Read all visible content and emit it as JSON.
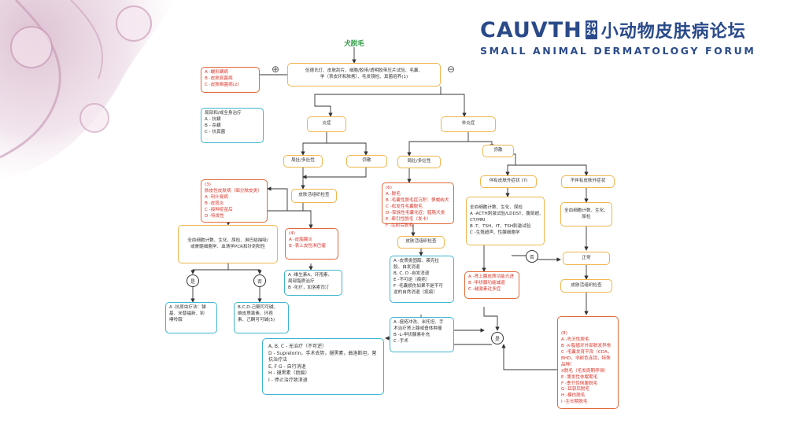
{
  "header": {
    "brand": "CAUVTH",
    "year_top": "20",
    "year_bottom": "24",
    "title_cn": "小动物皮肤病论坛",
    "title_en": "SMALL ANIMAL DERMATOLOGY FORUM"
  },
  "colors": {
    "brand": "#2a4a8a",
    "green_title": "#2f9b45",
    "orange_box": "#f0b54d",
    "blue_box": "#3cb4d0",
    "red_box": "#e06a3a",
    "red_text": "#d9362b"
  },
  "flow": {
    "title": "犬脱毛",
    "plus": "⊕",
    "minus": "⊖",
    "start": [
      "伍德氏灯、皮肤刮片、细胞/胶带/透明胶带压片试验、毛囊、",
      "学（表皮环和脓疱）、毛发镜检、真菌培养(1)"
    ],
    "pos_result": [
      "A -蠕形螨病",
      "B -皮肤真菌病",
      "C -皮肤癣菌病(2)"
    ],
    "pos_treatment": [
      "局部和/或全身治疗",
      "A - 抗螨",
      "B - 杀螨",
      "C - 抗真菌"
    ],
    "inflamed": "炎症",
    "non_inflamed": "非炎症",
    "focal_multi_1": "局灶/多灶性",
    "diffuse": "弥散",
    "focal_multi_2": "局灶/多灶性",
    "widespread": "弥散",
    "biopsy_1": "皮肤活组织检查",
    "box3": [
      "(3)",
      "脓皮性皮肤病（细分脓皮类）",
      "A -利什曼病",
      "B -皮肌炎",
      "C -接种疫苗后",
      "D -特发性"
    ],
    "box4": [
      "(4)",
      "A -皮脂腺炎",
      "B -表上皮性淋巴瘤"
    ],
    "tests_1": [
      "全血细胞计数、生化、尿检、淋巴结抽吸/",
      "或骨髓细胞学、血清学PCR和针刺阳性"
    ],
    "yes": "是",
    "no": "否",
    "leish_tx": [
      "A -抗原虫疗法：锑",
      "基、米替福新、别",
      "嘌呤醇"
    ],
    "bcd_tx": [
      "B,C,D-己酮可可碱、",
      "维皮质激素、环孢",
      "素、己酮可可碱(5)"
    ],
    "vitA": [
      "A -维生素A、环孢素、",
      "局部脂质治疗",
      "B -化疗，加洛索司汀"
    ],
    "box6": [
      "(6)",
      "A -脱毛",
      "B -毛囊性脱毛症沉积：萝威纳犬",
      "C -松发性毛囊脱毛",
      "D -家族性毛囊化症：腊肠犬类",
      "E -牵引性脱毛（发卡）",
      "F -注射后脱毛"
    ],
    "biopsy_2": "皮肤活组织检查",
    "box6_result": [
      "A -皮质类固醇、袭克拉",
      "胶、自发消退",
      "B, C, D -自发消退",
      "E -不可逆（痕疤）",
      "F -毛囊损伤如果不是不可",
      "逆的自然消退（疤痕）"
    ],
    "box6_tx": [
      "A -痤疮冲洗、米托坦、手",
      "术治疗肾上腺或垂体肿瘤",
      "B -L-甲状腺素补充",
      "C -手术"
    ],
    "systemic": "伴有皮肤外症状 (7)",
    "no_systemic": "不伴有皮肤外症状",
    "tests_sys": [
      "全血细胞计数、生化、尿检",
      "A -ACTH刺激试验/LDDST、腹部超、",
      "CT/MRI",
      "B -T、TSH、fT、TSH刺激试验",
      "C -生殖超声、性腺细胞学"
    ],
    "tests_nosys": [
      "全血细胞计数、生化、",
      "尿检"
    ],
    "no_circle": "否",
    "normal": "正常",
    "endo": [
      "A -肾上腺皮质功能亢进",
      "B -甲状腺功能减退",
      "C -雌激素过多症"
    ],
    "biopsy_3": "皮肤活组织检查",
    "yes_circle": "是",
    "box8": [
      "(8)",
      "A -先天性脱毛",
      "B -X-脂循环外部脱发异常",
      "C -毛囊发育不良（CDA，",
      "BHD，非颜色连锁，特殊",
      "品种）",
      "X脱毛（毛发周期停滞）",
      "E -第发性休眠期毛",
      "F -季节性侧腹脱毛",
      "G -耳郭后脱毛",
      "H -模仿脱毛",
      "I -生长期脱毛"
    ],
    "final_tx": [
      "A, B, C - 无治疗（不可逆）",
      "D - Suprelorin，手术去势，褪黑素，曲洛斯坦，营",
      "抗治疗法",
      "E, F G - 自行消退",
      "H - 褪黑素（疤痕）",
      "I - 停止治疗致消退"
    ]
  }
}
